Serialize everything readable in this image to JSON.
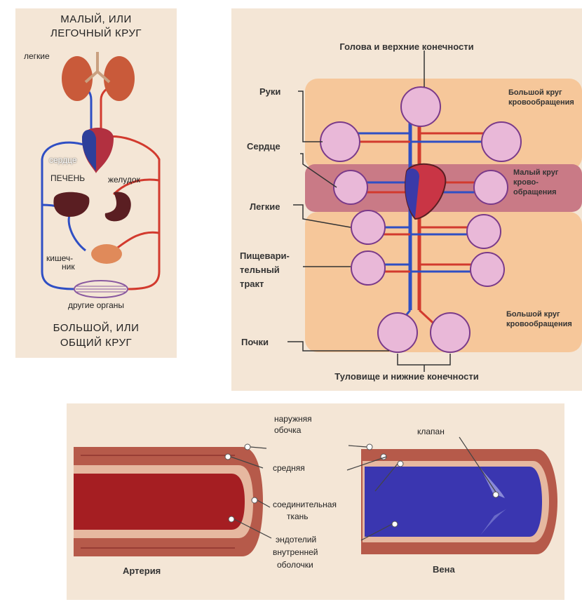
{
  "left_panel": {
    "title_top_line1": "МАЛЫЙ, ИЛИ",
    "title_top_line2": "ЛЕГОЧНЫЙ КРУГ",
    "lungs": "легкие",
    "heart": "сердце",
    "liver": "ПЕЧЕНЬ",
    "stomach": "желудок",
    "intestine_line1": "кишеч-",
    "intestine_line2": "ник",
    "other_organs": "другие органы",
    "title_bottom_line1": "БОЛЬШОЙ, ИЛИ",
    "title_bottom_line2": "ОБЩИЙ КРУГ"
  },
  "right_panel": {
    "head_limbs": "Голова и верхние конечности",
    "arms": "Руки",
    "heart": "Сердце",
    "lungs": "Легкие",
    "digestive_line1": "Пищевари-",
    "digestive_line2": "тельный",
    "digestive_line3": "тракт",
    "kidneys": "Почки",
    "trunk_limbs": "Туловище и нижние конечности",
    "systemic_top_line1": "Большой круг",
    "systemic_top_line2": "кровообращения",
    "pulmonary_line1": "Малый круг",
    "pulmonary_line2": "крово-",
    "pulmonary_line3": "обращения",
    "systemic_bottom_line1": "Большой круг",
    "systemic_bottom_line2": "кровообращения"
  },
  "bottom_panel": {
    "outer_line1": "наружняя",
    "outer_line2": "обочка",
    "valve": "клапан",
    "middle": "средняя",
    "connective_line1": "соединительная",
    "connective_line2": "ткань",
    "endothelium_line1": "эндотелий",
    "endothelium_line2": "внутренней",
    "endothelium_line3": "оболочки",
    "artery": "Артерия",
    "vein": "Вена"
  },
  "colors": {
    "panel_bg": "#f4e6d6",
    "artery_red": "#d23a2e",
    "vein_blue": "#2f4fc4",
    "capillary": "#b07fb8",
    "band_orange": "#f6c79a",
    "band_pulmonary": "#c97a86"
  }
}
